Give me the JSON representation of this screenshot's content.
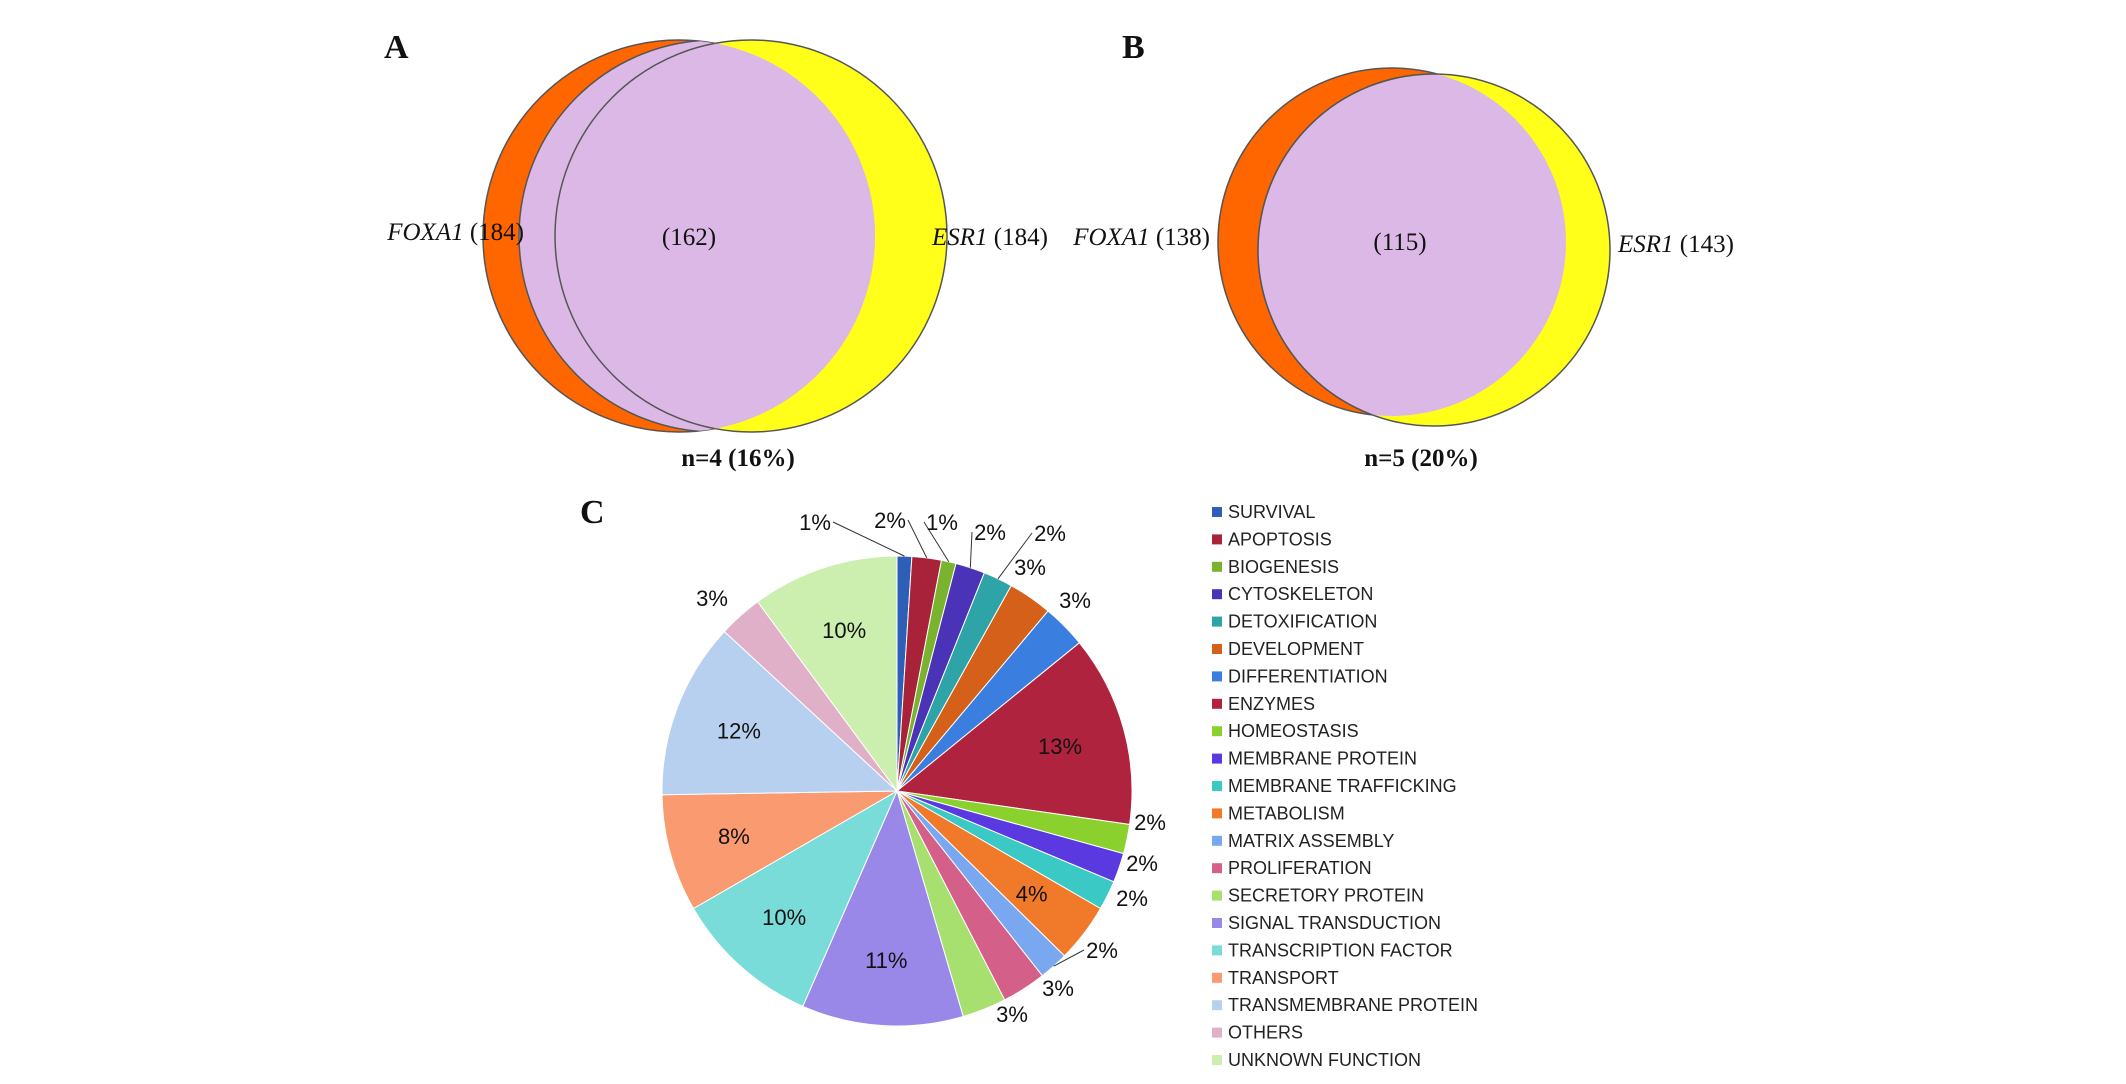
{
  "panels": {
    "a": {
      "letter": "A",
      "left_gene": "FOXA1",
      "left_count": "(184)",
      "right_gene": "ESR1",
      "right_count": "(184)",
      "overlap": "(162)",
      "caption": "n=4 (16%)"
    },
    "b": {
      "letter": "B",
      "left_gene": "FOXA1",
      "left_count": "(138)",
      "right_gene": "ESR1",
      "right_count": "(143)",
      "overlap": "(115)",
      "caption": "n=5 (20%)"
    },
    "c": {
      "letter": "C"
    }
  },
  "colors": {
    "venn_left": "#ff6600",
    "venn_right": "#ffff1a",
    "venn_overlap": "#dcb8e6"
  },
  "chart_data": [
    {
      "type": "venn",
      "sets": [
        {
          "name": "FOXA1",
          "size": 184
        },
        {
          "name": "ESR1",
          "size": 184
        }
      ],
      "overlap": 162,
      "caption": "n=4 (16%)"
    },
    {
      "type": "venn",
      "sets": [
        {
          "name": "FOXA1",
          "size": 138
        },
        {
          "name": "ESR1",
          "size": 143
        }
      ],
      "overlap": 115,
      "caption": "n=5 (20%)"
    },
    {
      "type": "pie",
      "legend_position": "right",
      "slices": [
        {
          "label": "SURVIVAL",
          "value": 1,
          "display": "1%",
          "color": "#2e5fb8"
        },
        {
          "label": "APOPTOSIS",
          "value": 2,
          "display": "2%",
          "color": "#a8233a"
        },
        {
          "label": "BIOGENESIS",
          "value": 1,
          "display": "1%",
          "color": "#7ab32e"
        },
        {
          "label": "CYTOSKELETON",
          "value": 2,
          "display": "2%",
          "color": "#4b33b8"
        },
        {
          "label": "DETOXIFICATION",
          "value": 2,
          "display": "2%",
          "color": "#2ea3a8"
        },
        {
          "label": "DEVELOPMENT",
          "value": 3,
          "display": "3%",
          "color": "#d4601a"
        },
        {
          "label": "DIFFERENTIATION",
          "value": 3,
          "display": "3%",
          "color": "#3a7fe0"
        },
        {
          "label": "ENZYMES",
          "value": 13,
          "display": "13%",
          "color": "#b0233e"
        },
        {
          "label": "HOMEOSTASIS",
          "value": 2,
          "display": "2%",
          "color": "#8ad12e"
        },
        {
          "label": "MEMBRANE PROTEIN",
          "value": 2,
          "display": "2%",
          "color": "#5a3ae0"
        },
        {
          "label": "MEMBRANE TRAFFICKING",
          "value": 2,
          "display": "2%",
          "color": "#3ac9c4"
        },
        {
          "label": "METABOLISM",
          "value": 4,
          "display": "4%",
          "color": "#f07a2a"
        },
        {
          "label": "MATRIX ASSEMBLY",
          "value": 2,
          "display": "2%",
          "color": "#7aa8f0"
        },
        {
          "label": "PROLIFERATION",
          "value": 3,
          "display": "3%",
          "color": "#d4608a"
        },
        {
          "label": "SECRETORY PROTEIN",
          "value": 3,
          "display": "3%",
          "color": "#a8e070"
        },
        {
          "label": "SIGNAL TRANSDUCTION",
          "value": 11,
          "display": "11%",
          "color": "#9a88e8"
        },
        {
          "label": "TRANSCRIPTION FACTOR",
          "value": 10,
          "display": "10%",
          "color": "#7adcd8"
        },
        {
          "label": "TRANSPORT",
          "value": 8,
          "display": "8%",
          "color": "#fa9a70"
        },
        {
          "label": "TRANSMEMBRANE PROTEIN",
          "value": 12,
          "display": "12%",
          "color": "#b8d0f0"
        },
        {
          "label": "OTHERS",
          "value": 3,
          "display": "3%",
          "color": "#e0b0c8"
        },
        {
          "label": "UNKNOWN FUNCTION",
          "value": 10,
          "display": "10%",
          "color": "#ccefb0"
        }
      ]
    }
  ]
}
